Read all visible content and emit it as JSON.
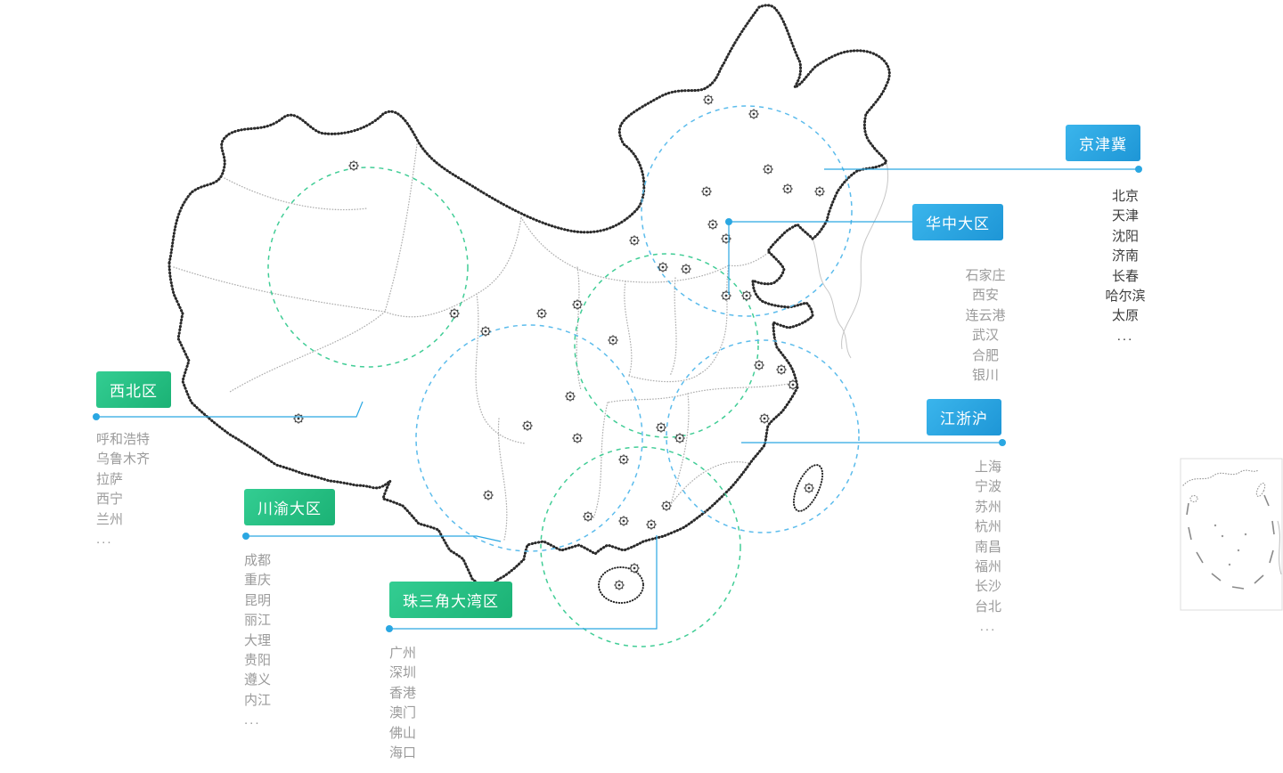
{
  "regions": [
    {
      "id": "jingjinji",
      "label": "京津冀",
      "color": "blue",
      "cities": [
        "北京",
        "天津",
        "沈阳",
        "济南",
        "长春",
        "哈尔滨",
        "太原"
      ],
      "more": "..."
    },
    {
      "id": "huazhong",
      "label": "华中大区",
      "color": "blue",
      "cities": [
        "石家庄",
        "西安",
        "连云港",
        "武汉",
        "合肥",
        "银川"
      ],
      "more": ""
    },
    {
      "id": "xibei",
      "label": "西北区",
      "color": "green",
      "cities": [
        "呼和浩特",
        "乌鲁木齐",
        "拉萨",
        "西宁",
        "兰州"
      ],
      "more": "..."
    },
    {
      "id": "chuanyu",
      "label": "川渝大区",
      "color": "green",
      "cities": [
        "成都",
        "重庆",
        "昆明",
        "丽江",
        "大理",
        "贵阳",
        "遵义",
        "内江"
      ],
      "more": "..."
    },
    {
      "id": "zhusanjiao",
      "label": "珠三角大湾区",
      "color": "green",
      "cities": [
        "广州",
        "深圳",
        "香港",
        "澳门",
        "佛山",
        "海口"
      ],
      "more": "..."
    },
    {
      "id": "jiangzhehu",
      "label": "江浙沪",
      "color": "blue",
      "cities": [
        "上海",
        "宁波",
        "苏州",
        "杭州",
        "南昌",
        "福州",
        "长沙",
        "台北"
      ],
      "more": "..."
    }
  ],
  "colors": {
    "blue": "#2aa7e2",
    "green": "#2cc188",
    "circle_blue": "#5cbcec",
    "circle_green": "#41cd96",
    "city_dark": "#3d3d3d",
    "city_gray": "#9b9b9b"
  }
}
